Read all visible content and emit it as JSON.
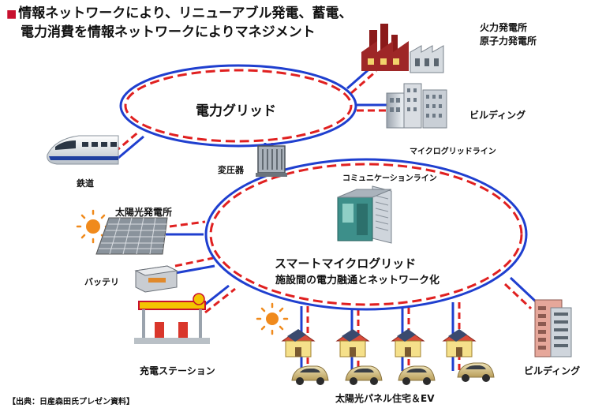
{
  "heading": {
    "bullet": "■",
    "line1": "情報ネットワークにより、リニューアブル発電、蓄電、",
    "line2": "電力消費を情報ネットワークによりマネジメント"
  },
  "labels": {
    "power_plant_line1": "火力発電所",
    "power_plant_line2": "原子力発電所",
    "grid": "電力グリッド",
    "building_top": "ビルディング",
    "microgrid_line": "マイクログリッドライン",
    "transformer": "変圧器",
    "railway": "鉄道",
    "communication_line": "コミュニケーションライン",
    "solar_plant": "太陽光発電所",
    "smart_microgrid": "スマートマイクログリッド",
    "smart_microgrid_sub": "施設間の電力融通とネットワーク化",
    "battery": "バッテリ",
    "charging_station": "充電ステーション",
    "building_bottom": "ビルディング",
    "solar_houses": "太陽光パネル住宅＆EV",
    "source": "【出典：日産森田氏プレゼン資料】"
  },
  "colors": {
    "power_line": "#1f3fcf",
    "comm_line": "#e02020",
    "bullet": "#c8102e"
  },
  "icons": [
    "factory-icon",
    "building-icon",
    "train-icon",
    "transformer-icon",
    "sun-icon",
    "solar-panel-icon",
    "battery-icon",
    "server-rack-icon",
    "gas-station-icon",
    "house-icon",
    "electric-car-icon"
  ]
}
